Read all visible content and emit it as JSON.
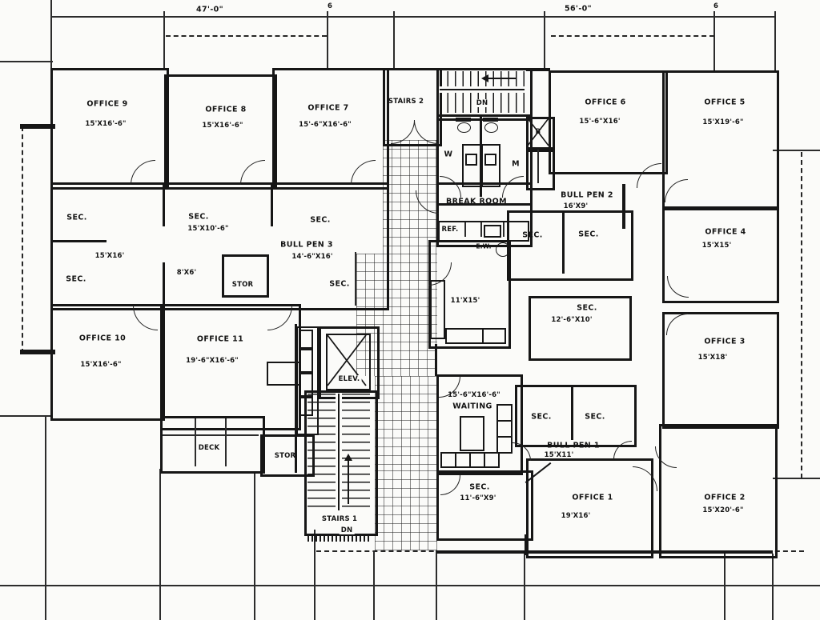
{
  "dimensions": {
    "left": "47'-0\"",
    "right": "56'-0\"",
    "tick_left": "6",
    "tick_right": "6"
  },
  "rooms": {
    "office1": {
      "name": "OFFICE 1",
      "size": "19'X16'"
    },
    "office2": {
      "name": "OFFICE 2",
      "size": "15'X20'-6\""
    },
    "office3": {
      "name": "OFFICE 3",
      "size": "15'X18'"
    },
    "office4": {
      "name": "OFFICE 4",
      "size": "15'X15'"
    },
    "office5": {
      "name": "OFFICE 5",
      "size": "15'X19'-6\""
    },
    "office6": {
      "name": "OFFICE 6",
      "size": "15'-6\"X16'"
    },
    "office7": {
      "name": "OFFICE 7",
      "size": "15'-6\"X16'-6\""
    },
    "office8": {
      "name": "OFFICE 8",
      "size": "15'X16'-6\""
    },
    "office9": {
      "name": "OFFICE 9",
      "size": "15'X16'-6\""
    },
    "office10": {
      "name": "OFFICE 10",
      "size": "15'X16'-6\""
    },
    "office11": {
      "name": "OFFICE 11",
      "size": "19'-6\"X16'-6\""
    },
    "bullpen1": {
      "name": "BULL PEN 1",
      "size": "15'X11'"
    },
    "bullpen2": {
      "name": "BULL PEN 2",
      "size": "16'X9'"
    },
    "bullpen3": {
      "name": "BULL PEN 3",
      "size": "14'-6\"X16'"
    },
    "waiting": {
      "name": "WAITING",
      "size": "15'-6\"X16'-6\""
    },
    "breakroom": {
      "name": "BREAK ROOM"
    },
    "room_11x15": {
      "size": "11'X15'"
    },
    "room_8x6": {
      "size": "8'X6'"
    },
    "sec_nw": {
      "name": "SEC.",
      "size": "15'X16'"
    },
    "sec_w": {
      "name": "SEC."
    },
    "sec_center": {
      "name": "SEC.",
      "size": "15'X10'-6\""
    },
    "sec_n": {
      "name": "SEC."
    },
    "sec_bp3": {
      "name": "SEC."
    },
    "sec_bp2_left": {
      "name": "SEC."
    },
    "sec_bp2_right": {
      "name": "SEC."
    },
    "sec_east": {
      "name": "SEC.",
      "size": "12'-6\"X10'"
    },
    "sec_south": {
      "name": "SEC.",
      "size": "11'-6\"X9'"
    },
    "sec_bp1_left": {
      "name": "SEC."
    },
    "sec_bp1_right": {
      "name": "SEC."
    },
    "deck": {
      "name": "DECK"
    },
    "stor_upper": {
      "name": "STOR"
    },
    "stor_lower": {
      "name": "STOR"
    },
    "elevator": {
      "name": "ELEV."
    },
    "stairs1": {
      "name": "STAIRS 1",
      "direction": "DN"
    },
    "stairs2": {
      "name": "STAIRS 2",
      "direction": "DN"
    },
    "restroom_women": {
      "name": "W"
    },
    "restroom_men": {
      "name": "M"
    }
  },
  "fixtures": {
    "refrigerator": "REF.",
    "water_cooler": "E.W.",
    "shaft": "B"
  }
}
